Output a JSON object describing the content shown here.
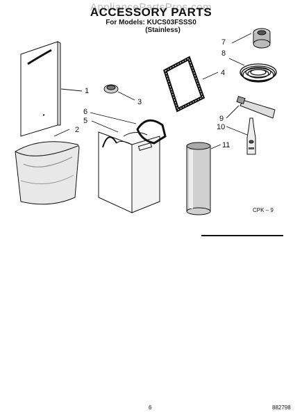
{
  "watermark": "AppliancePartsPros.com",
  "title": "ACCESSORY PARTS",
  "models_line": "For Models: KUCS03FSSS0",
  "finish_line": "(Stainless)",
  "callouts": {
    "c1": "1",
    "c2": "2",
    "c3": "3",
    "c4": "4",
    "c5": "5",
    "c6": "6",
    "c7": "7",
    "c8": "8",
    "c9": "9",
    "c10": "10",
    "c11": "11"
  },
  "diagram_code": "CPK – 9",
  "page_number": "6",
  "doc_number": "882798"
}
